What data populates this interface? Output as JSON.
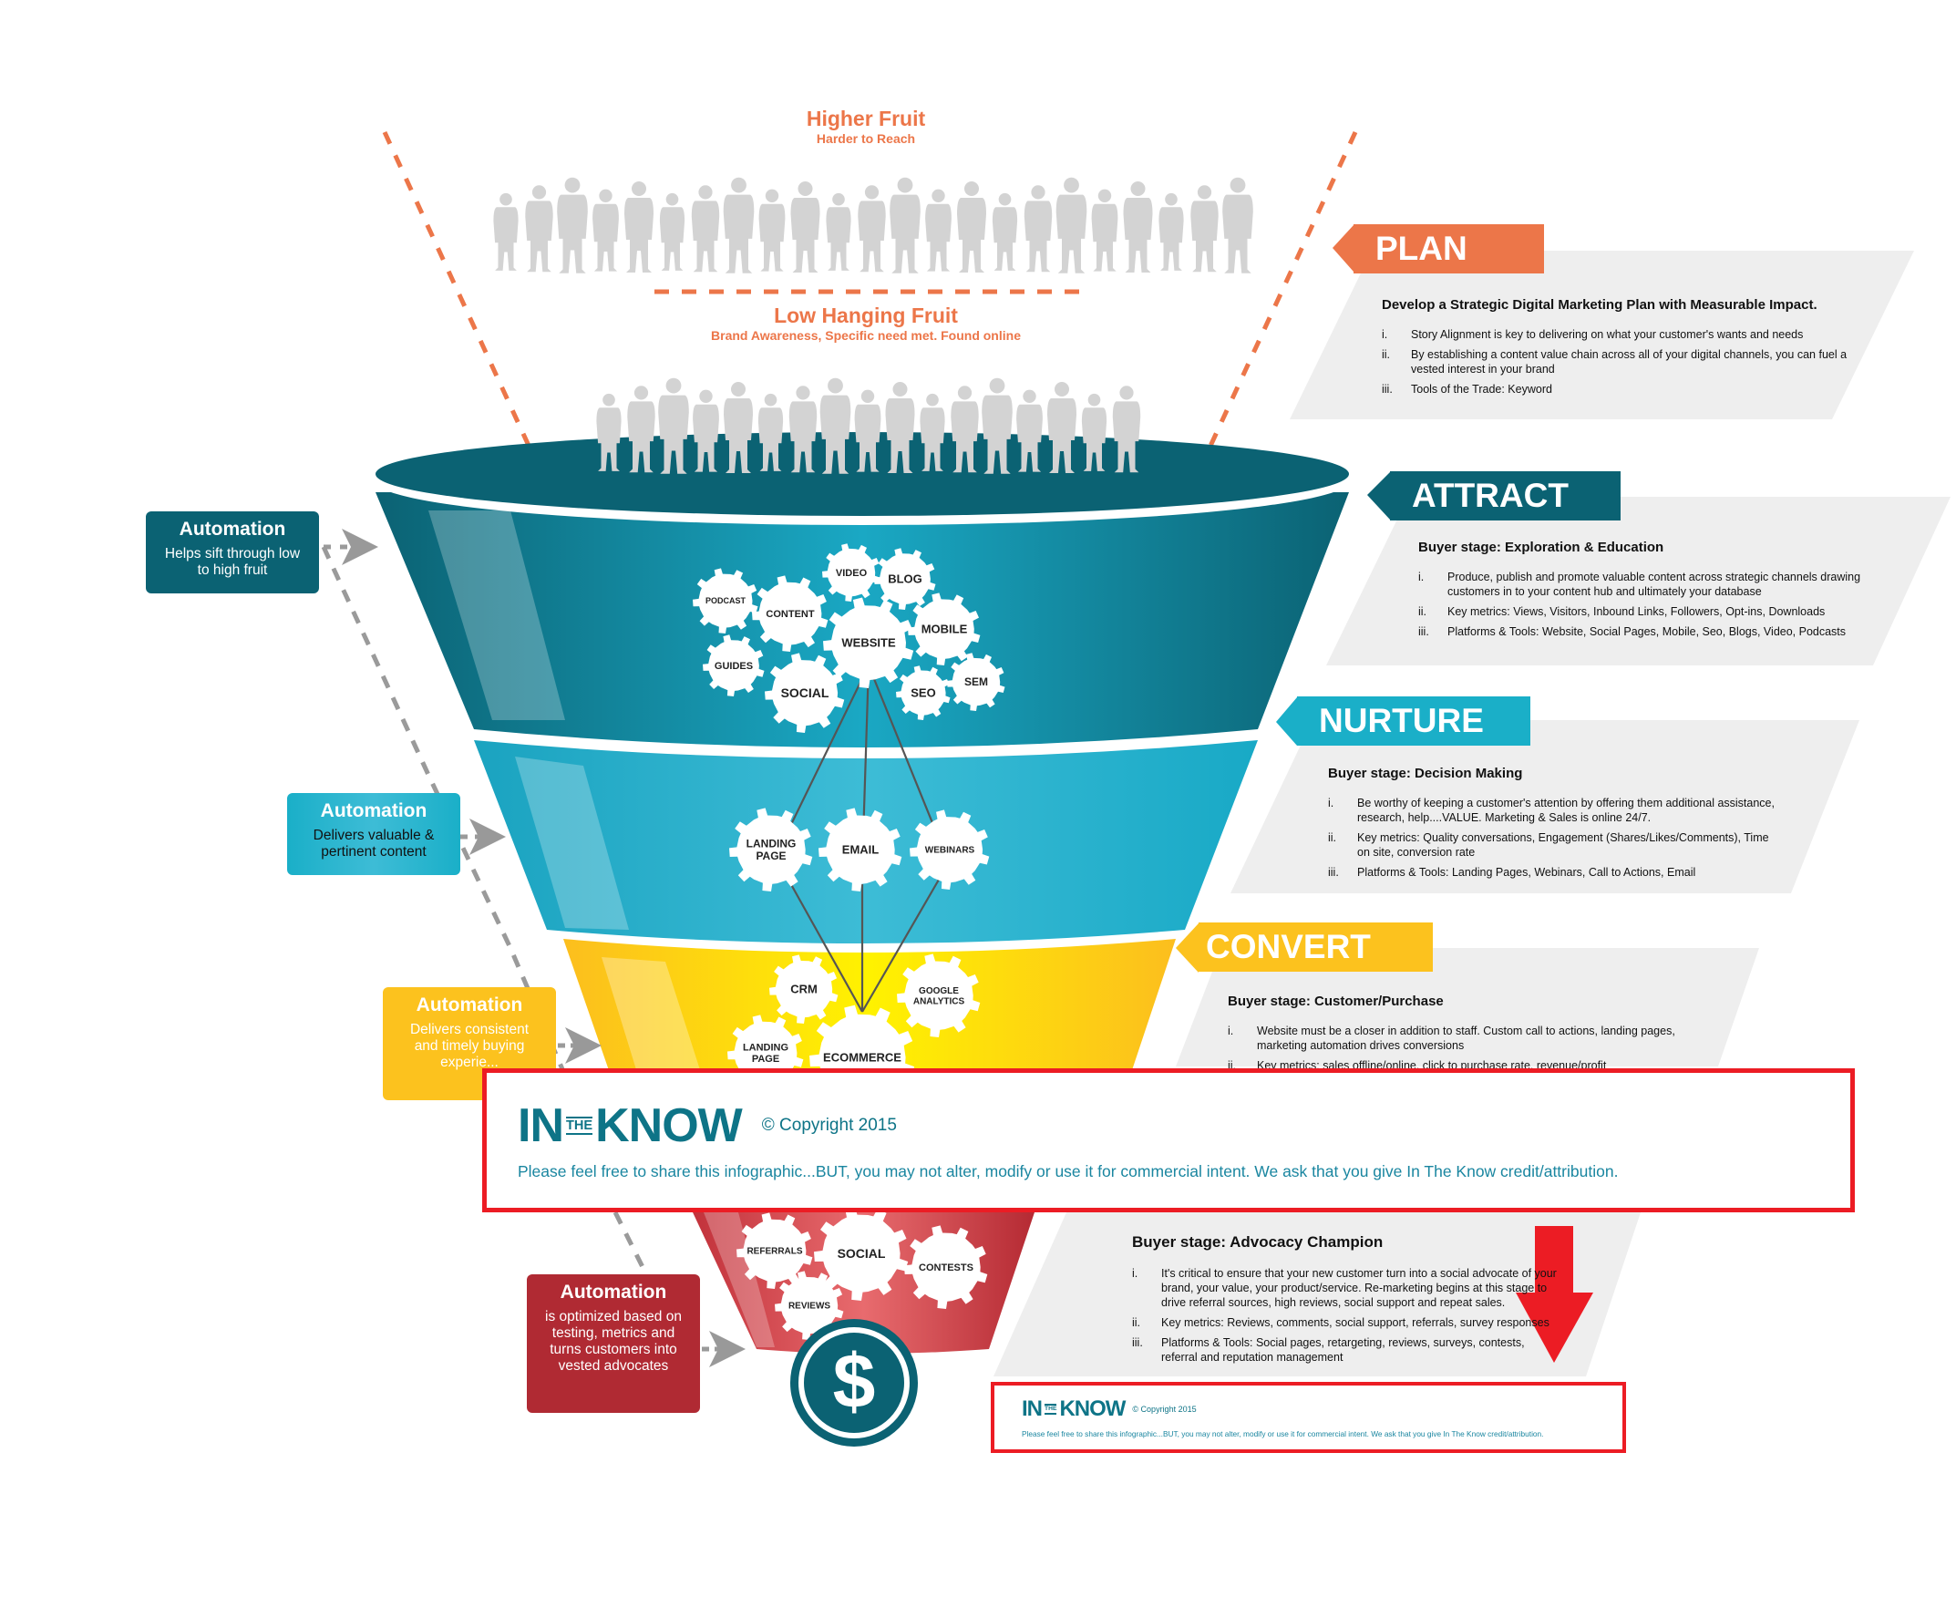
{
  "header": {
    "higher_fruit": {
      "title": "Higher Fruit",
      "subtitle": "Harder to Reach"
    },
    "low_fruit": {
      "title": "Low Hanging Fruit",
      "subtitle": "Brand Awareness, Specific need met. Found online"
    }
  },
  "colors": {
    "orange": "#ec7649",
    "dark_teal": "#0b6273",
    "teal": "#1aafc8",
    "yellow": "#fcc21e",
    "red": "#b02a33",
    "panel_grey": "#eeeeee",
    "highlight_red": "#ec1c24",
    "people_grey": "#d3d3d3"
  },
  "stages": [
    {
      "tag": "PLAN",
      "heading": "Develop a Strategic Digital Marketing Plan with Measurable Impact.",
      "items": [
        {
          "num": "i.",
          "text": "Story Alignment is key to delivering on what your customer's wants and needs"
        },
        {
          "num": "ii.",
          "text": "By establishing a content value chain across all of your digital channels, you can fuel a vested interest in your brand"
        },
        {
          "num": "iii.",
          "text": "Tools of the Trade:  Keyword"
        }
      ]
    },
    {
      "tag": "ATTRACT",
      "heading": "Buyer stage: Exploration & Education",
      "items": [
        {
          "num": "i.",
          "text": "Produce, publish and promote valuable content across strategic channels drawing customers in to your content hub and ultimately your database"
        },
        {
          "num": "ii.",
          "text": "Key metrics:  Views, Visitors, Inbound Links, Followers, Opt-ins, Downloads"
        },
        {
          "num": "iii.",
          "text": "Platforms & Tools:  Website, Social Pages, Mobile, Seo, Blogs, Video, Podcasts"
        }
      ]
    },
    {
      "tag": "NURTURE",
      "heading": "Buyer stage:  Decision Making",
      "items": [
        {
          "num": "i.",
          "text": "Be worthy of keeping a customer's attention by offering them additional assistance, research, help....VALUE.  Marketing & Sales is online 24/7."
        },
        {
          "num": "ii.",
          "text": "Key metrics:   Quality conversations, Engagement (Shares/Likes/Comments), Time on site, conversion rate"
        },
        {
          "num": "iii.",
          "text": "Platforms & Tools:  Landing Pages, Webinars, Call to Actions, Email"
        }
      ]
    },
    {
      "tag": "CONVERT",
      "heading": "Buyer stage:  Customer/Purchase",
      "items": [
        {
          "num": "i.",
          "text": "Website must be a closer in addition to staff.  Custom call to actions, landing pages, marketing automation drives conversions"
        },
        {
          "num": "ii.",
          "text": "Key metrics:  sales offline/online, click to purchase rate, revenue/profit"
        }
      ]
    },
    {
      "tag": "",
      "heading": "Buyer stage: Advocacy Champion",
      "items": [
        {
          "num": "i.",
          "text": "It's critical to ensure that your new customer turn into a social advocate of your brand, your value, your product/service.  Re-marketing begins at this stage to drive referral sources, high reviews, social support and repeat sales."
        },
        {
          "num": "ii.",
          "text": "Key metrics:  Reviews, comments, social support, referrals, survey responses"
        },
        {
          "num": "iii.",
          "text": "Platforms & Tools:  Social pages, retargeting, reviews, surveys, contests, referral and reputation management"
        }
      ]
    }
  ],
  "automation": [
    {
      "title": "Automation",
      "desc": "Helps sift through low to high fruit"
    },
    {
      "title": "Automation",
      "desc": "Delivers valuable & pertinent content"
    },
    {
      "title": "Automation",
      "desc": "Delivers consistent and timely buying experie..."
    },
    {
      "title": "Automation",
      "desc": "is optimized based on testing, metrics and turns customers into vested advocates"
    }
  ],
  "gears": {
    "attract": [
      "VIDEO",
      "BLOG",
      "PODCAST",
      "CONTENT",
      "WEBSITE",
      "MOBILE",
      "GUIDES",
      "SOCIAL",
      "SEO",
      "SEM"
    ],
    "nurture": [
      "LANDING PAGE",
      "EMAIL",
      "WEBINARS"
    ],
    "convert": [
      "CRM",
      "GOOGLE ANALYTICS",
      "LANDING PAGE",
      "ECOMMERCE"
    ],
    "advocate": [
      "REFERRALS",
      "SOCIAL",
      "CONTESTS",
      "REVIEWS"
    ]
  },
  "dollar_icon": "$",
  "notice": {
    "logo_in": "IN",
    "logo_the": "THE",
    "logo_know": "KNOW",
    "copyright": "© Copyright 2015",
    "message": "Please feel free to share this infographic...BUT, you may not alter, modify or use it for commercial intent.  We ask that you give In The Know credit/attribution."
  }
}
